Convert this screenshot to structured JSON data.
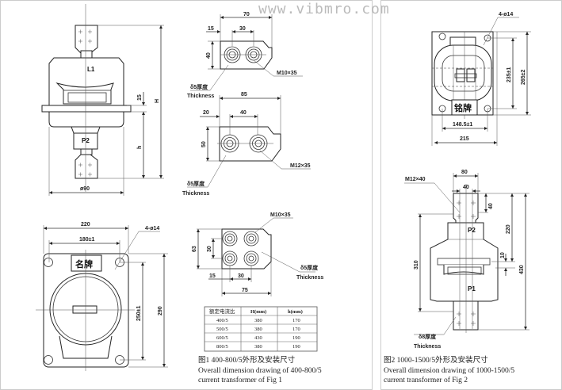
{
  "watermark": "www.vibmro.com",
  "fig1": {
    "front": {
      "terminal_top": "L1",
      "terminal_bottom": "P2",
      "dim_H": "H",
      "dim_h": "h",
      "dim_15": "15",
      "dim_dia": "ø90"
    },
    "base": {
      "nameplate": "名牌",
      "dim_width": "220",
      "dim_hole_spacing": "180±1",
      "dim_height": "290",
      "dim_hole_vert": "250±1",
      "holes": "4-ø14"
    },
    "terminal_a": {
      "dim_total": "70",
      "dim_edge": "15",
      "dim_pitch": "30",
      "dim_height": "40",
      "bolt": "M10×35",
      "thickness_cn": "δ5厚度",
      "thickness_en": "Thickness"
    },
    "terminal_b": {
      "dim_total": "85",
      "dim_edge": "20",
      "dim_pitch": "40",
      "dim_height": "50",
      "bolt": "M12×35",
      "thickness_cn": "δ5厚度",
      "thickness_en": "Thickness"
    },
    "terminal_c": {
      "dim_total": "75",
      "dim_edge": "15",
      "dim_pitch": "30",
      "dim_height": "63",
      "dim_vpitch": "30",
      "bolt": "M10×35",
      "thickness_cn": "δ5厚度",
      "thickness_en": "Thickness"
    },
    "table": {
      "headers": [
        "额定电流比",
        "H(mm)",
        "h(mm)"
      ],
      "rows": [
        [
          "400/5",
          "380",
          "170"
        ],
        [
          "500/5",
          "380",
          "170"
        ],
        [
          "600/5",
          "430",
          "190"
        ],
        [
          "800/5",
          "380",
          "190"
        ]
      ]
    },
    "caption": [
      "图1 400-800/5外形及安装尺寸",
      "Overall dimension drawing of 400-800/5",
      "current transformer of Fig 1"
    ]
  },
  "fig2": {
    "top": {
      "holes": "4-ø14",
      "nameplate": "铭牌",
      "dim_hole_spacing": "148.5±1",
      "dim_width": "215",
      "dim_hole_vert": "235±1",
      "dim_height": "265±2"
    },
    "side": {
      "dim_width": "80",
      "dim_pitch": "40",
      "bolt": "M12×40",
      "dim_40": "40",
      "dim_220": "220",
      "dim_10": "10",
      "dim_430": "430",
      "dim_310": "310",
      "terminal_top": "P2",
      "terminal_bottom": "P1",
      "thickness_cn": "δ8厚度",
      "thickness_en": "Thickness"
    },
    "caption": [
      "图2 1000-1500/5外形及安装尺寸",
      "Overall dimension drawing of 1000-1500/5",
      "current transformer of Fig 2"
    ]
  }
}
